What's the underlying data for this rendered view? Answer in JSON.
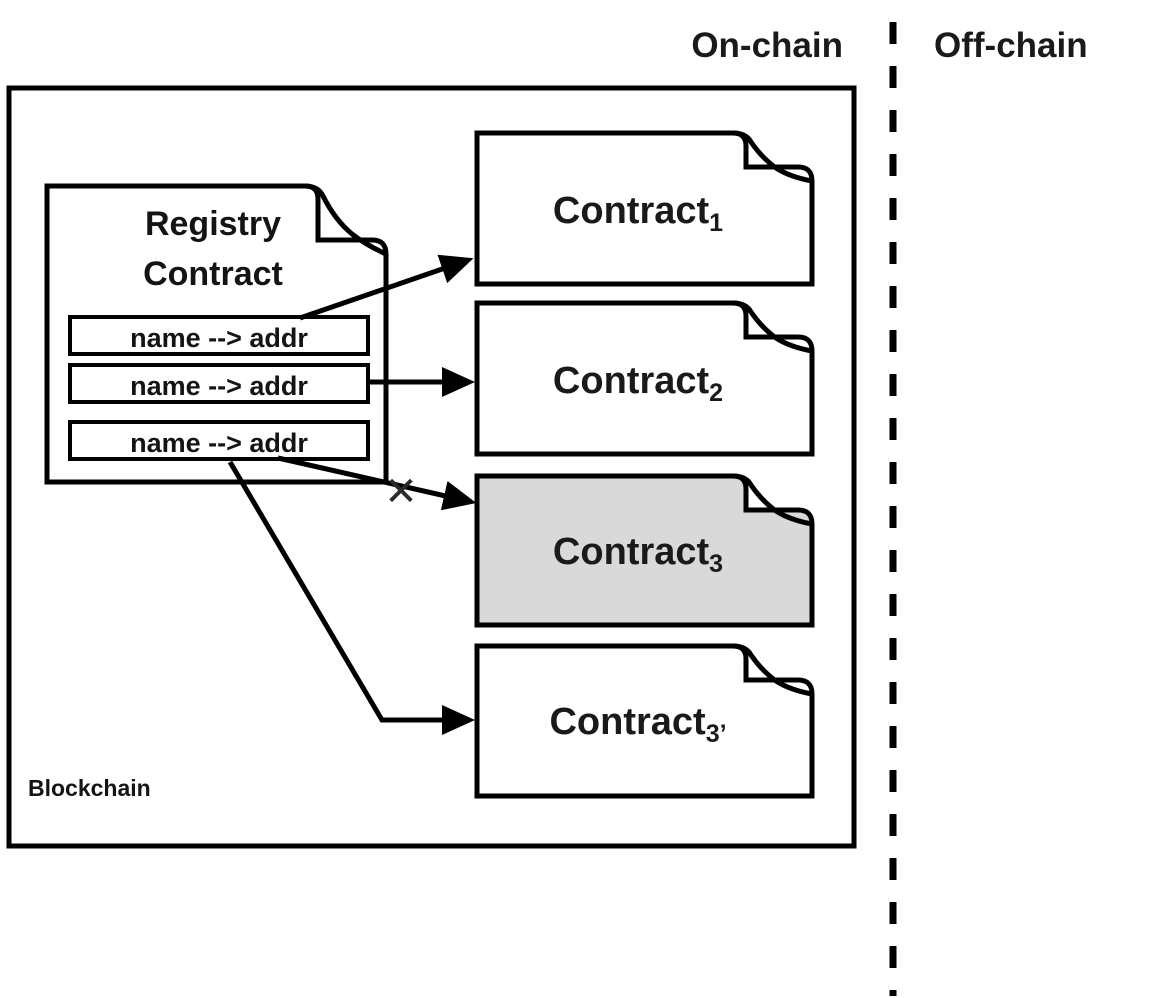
{
  "header": {
    "on_chain_label": "On-chain",
    "off_chain_label": "Off-chain"
  },
  "blockchain": {
    "label": "Blockchain"
  },
  "registry": {
    "title_line1": "Registry",
    "title_line2": "Contract",
    "rows": [
      {
        "label": "name --> addr"
      },
      {
        "label": "name --> addr"
      },
      {
        "label": "name --> addr"
      }
    ]
  },
  "contracts": [
    {
      "name": "Contract",
      "subscript": "1",
      "shaded": false
    },
    {
      "name": "Contract",
      "subscript": "2",
      "shaded": false
    },
    {
      "name": "Contract",
      "subscript": "3",
      "shaded": true
    },
    {
      "name": "Contract",
      "subscript": "3’",
      "shaded": false
    }
  ],
  "annotations": {
    "revoked_mark": "✕"
  },
  "colors": {
    "stroke": "#000000",
    "text": "#1a1a1a",
    "shaded_fill": "#d9d9d9",
    "background": "#ffffff"
  }
}
